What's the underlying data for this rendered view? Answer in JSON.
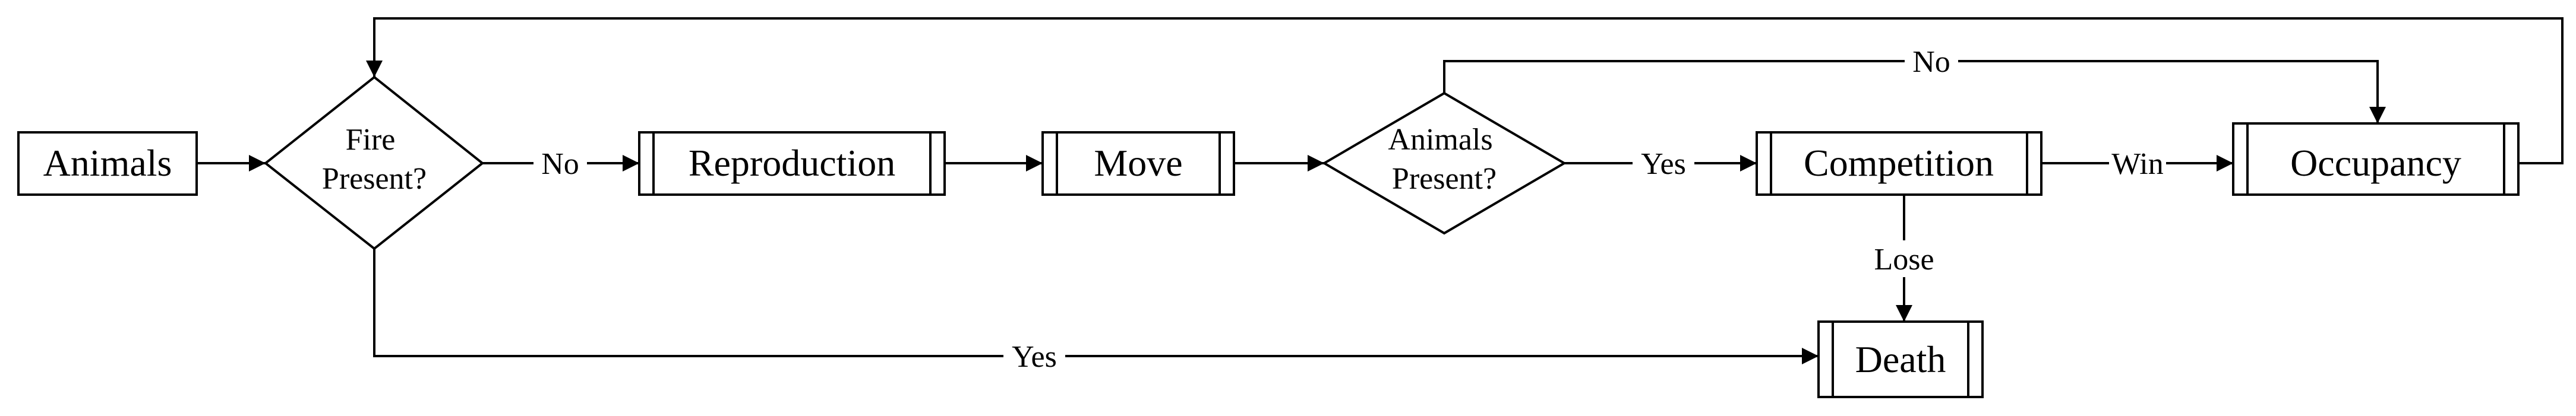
{
  "nodes": {
    "animals": "Animals",
    "fire": [
      "Fire",
      "Present?"
    ],
    "reproduction": "Reproduction",
    "move": "Move",
    "animals_present": [
      "Animals",
      "Present?"
    ],
    "competition": "Competition",
    "occupancy": "Occupancy",
    "death": "Death"
  },
  "edges": {
    "fire_no": "No",
    "animals_present_yes": "Yes",
    "competition_win": "Win",
    "competition_lose": "Lose",
    "fire_yes": "Yes",
    "animals_present_no": "No"
  }
}
